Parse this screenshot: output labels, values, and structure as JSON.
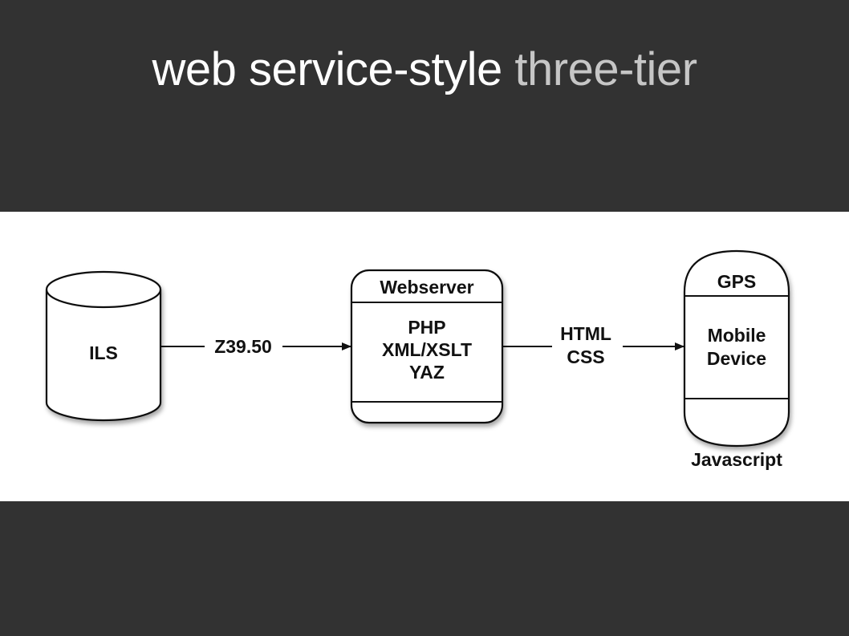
{
  "slide": {
    "title_part1": "web service-style",
    "title_part2": "three-tier"
  },
  "diagram": {
    "ils_label": "ILS",
    "link1_label": "Z39.50",
    "webserver_header": "Webserver",
    "webserver_lines": [
      "PHP",
      "XML/XSLT",
      "YAZ"
    ],
    "link2_lines": [
      "HTML",
      "CSS"
    ],
    "device_header": "GPS",
    "device_lines": [
      "Mobile",
      "Device"
    ],
    "device_caption": "Javascript"
  }
}
